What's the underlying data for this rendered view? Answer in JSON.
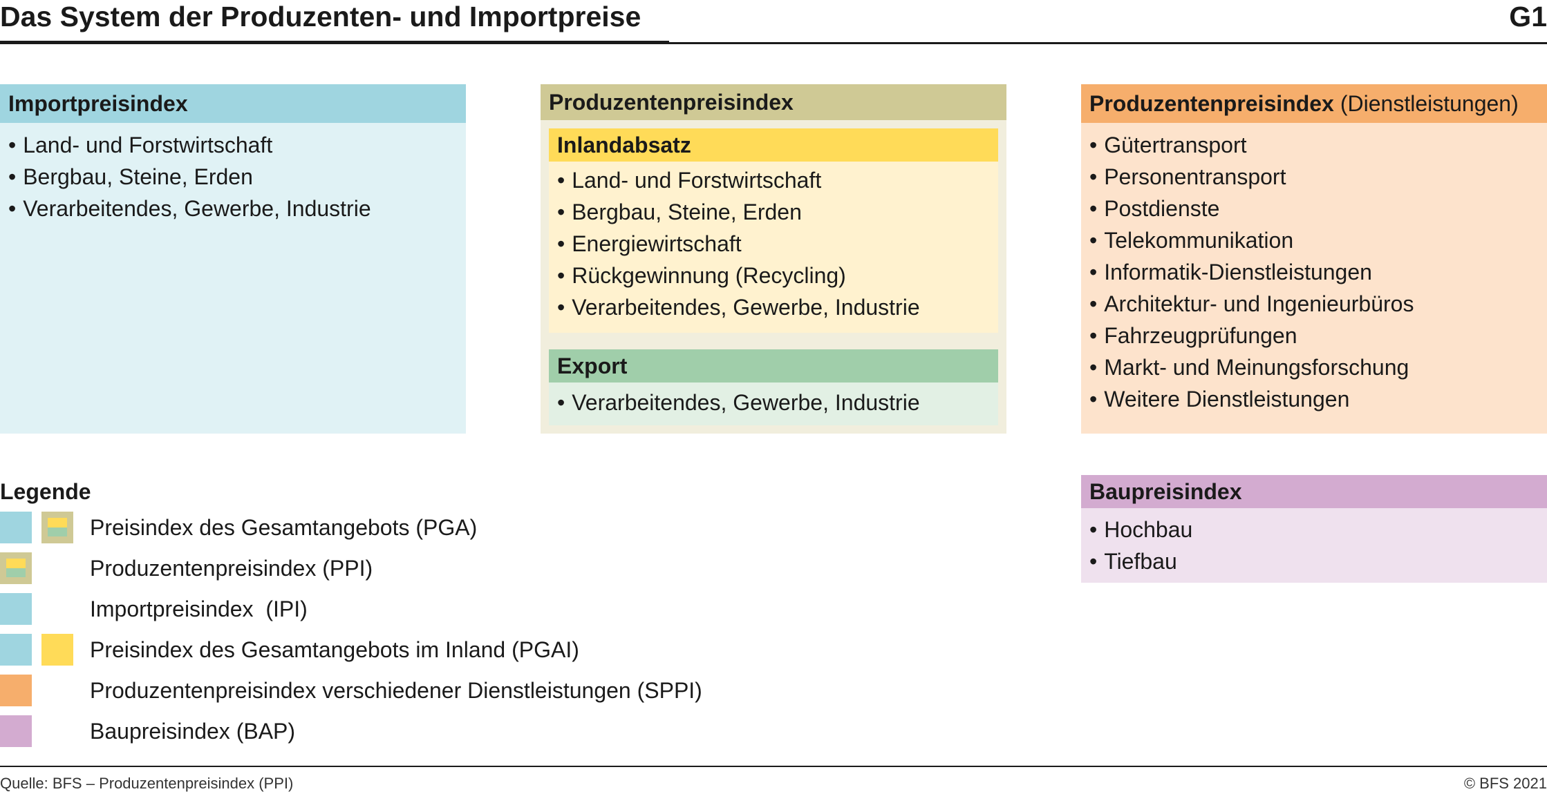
{
  "header": {
    "title": "Das System der Produzenten- und Importpreise",
    "figure_id": "G1"
  },
  "import_box": {
    "title": "Importpreisindex",
    "items": [
      "Land- und Forstwirtschaft",
      "Bergbau, Steine, Erden",
      "Verarbeitendes, Gewerbe, Industrie"
    ]
  },
  "ppi_box": {
    "title": "Produzentenpreisindex",
    "inland": {
      "title": "Inlandabsatz",
      "items": [
        "Land- und Forstwirtschaft",
        "Bergbau, Steine, Erden",
        "Energiewirtschaft",
        "Rückgewinnung (Recycling)",
        "Verarbeitendes, Gewerbe, Industrie"
      ]
    },
    "export": {
      "title": "Export",
      "items": [
        "Verarbeitendes, Gewerbe, Industrie"
      ]
    }
  },
  "services_box": {
    "title": "Produzentenpreisindex",
    "title_suffix": "(Dienstleistungen)",
    "items": [
      "Gütertransport",
      "Personentransport",
      "Postdienste",
      "Telekommunikation",
      "Informatik-Dienstleistungen",
      "Architektur- und Ingenieurbüros",
      "Fahrzeugprüfungen",
      "Markt- und Meinungsforschung",
      "Weitere Dienstleistungen"
    ]
  },
  "bap_box": {
    "title": "Baupreisindex",
    "items": [
      "Hochbau",
      "Tiefbau"
    ]
  },
  "legend": {
    "title": "Legende",
    "entries": [
      {
        "label": "Preisindex des Gesamtangebots (PGA)",
        "swatches": [
          "import",
          "producer"
        ]
      },
      {
        "label": "Produzentenpreisindex (PPI)",
        "swatches": [
          "producer"
        ]
      },
      {
        "label": "Importpreisindex  (IPI)",
        "swatches": [
          "import"
        ]
      },
      {
        "label": "Preisindex des Gesamtangebots im Inland (PGAI)",
        "swatches": [
          "import",
          "inland"
        ]
      },
      {
        "label": "Produzentenpreisindex verschiedener Dienstleistungen (SPPI)",
        "swatches": [
          "services"
        ]
      },
      {
        "label": "Baupreisindex (BAP)",
        "swatches": [
          "construction"
        ]
      }
    ]
  },
  "colors": {
    "import_head": "#9fd5e0",
    "import_body": "#e0f2f5",
    "producer_head": "#cfc995",
    "producer_body": "#f1eedd",
    "inland_head": "#ffdb58",
    "inland_body": "#fff2cf",
    "export_head": "#a0ceaa",
    "export_body": "#e2f0e4",
    "services_head": "#f6ae6c",
    "services_body": "#fde3cc",
    "construction_head": "#d3abd0",
    "construction_body": "#efe1ee"
  },
  "footer": {
    "source": "Quelle: BFS – Produzentenpreisindex (PPI)",
    "copyright": "© BFS 2021"
  }
}
